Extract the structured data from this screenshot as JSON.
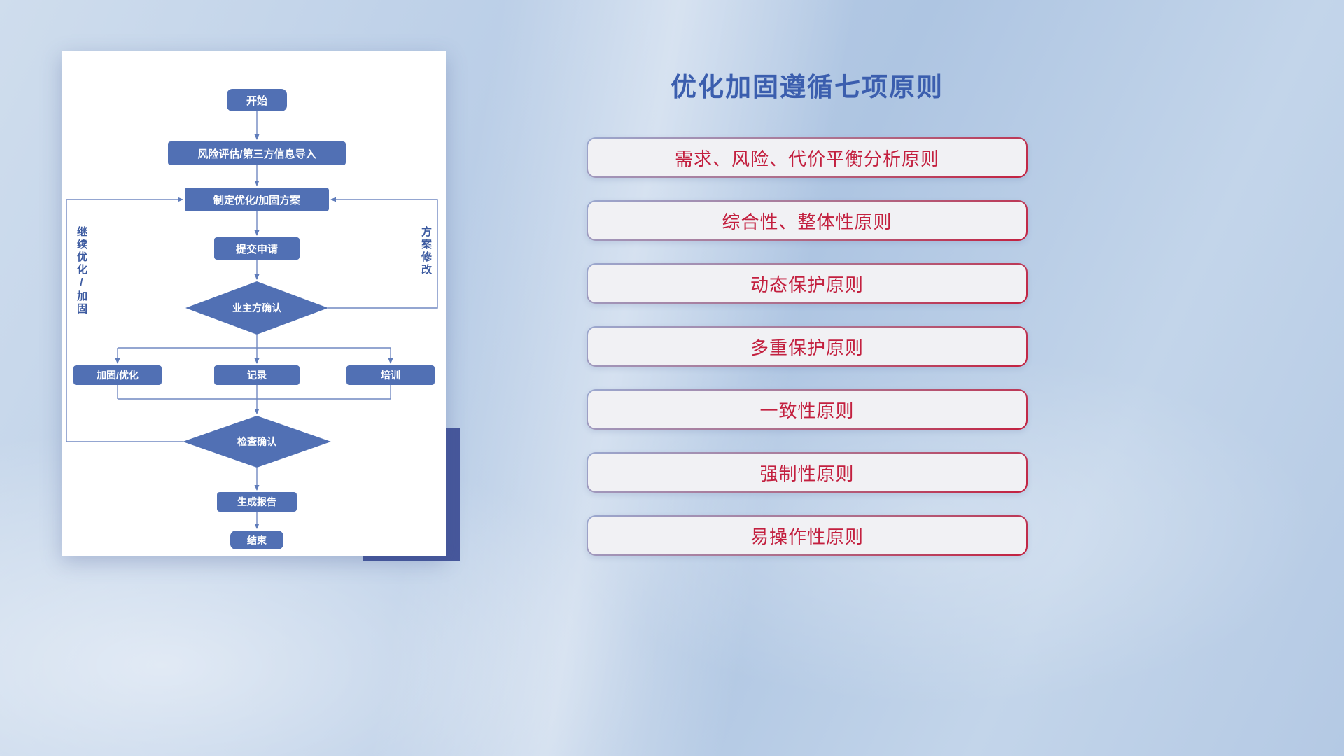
{
  "flowchart": {
    "nodes": {
      "start": "开始",
      "risk": "风险评估/第三方信息导入",
      "plan": "制定优化/加固方案",
      "submit": "提交申请",
      "owner_confirm": "业主方确认",
      "reinforce": "加固/优化",
      "record": "记录",
      "training": "培训",
      "check_confirm": "检查确认",
      "report": "生成报告",
      "end": "结束"
    },
    "labels": {
      "left_loop": "继续优化/加固",
      "right_loop": "方案修改"
    },
    "colors": {
      "node_fill": "#5170b4",
      "connector": "#7189c2",
      "node_text": "#ffffff",
      "loop_label_text": "#3c5aa0",
      "accent_block": "#47589c"
    }
  },
  "panel": {
    "title": "优化加固遵循七项原则",
    "title_color": "#3b5eae",
    "principle_text_color": "#c3203f",
    "principles": [
      "需求、风险、代价平衡分析原则",
      "综合性、整体性原则",
      "动态保护原则",
      "多重保护原则",
      "一致性原则",
      "强制性原则",
      "易操作性原则"
    ]
  }
}
